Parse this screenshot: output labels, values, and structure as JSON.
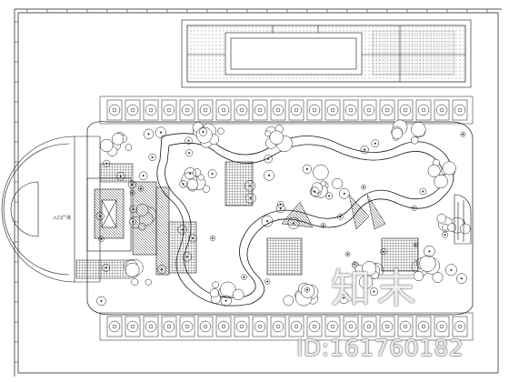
{
  "drawing": {
    "labels": {
      "entrance_sign": "入口广场"
    }
  },
  "watermark": {
    "logo_text": "知末",
    "id_text": "ID:161760182"
  },
  "colors": {
    "line": "#1a1a1a",
    "background": "#ffffff"
  }
}
